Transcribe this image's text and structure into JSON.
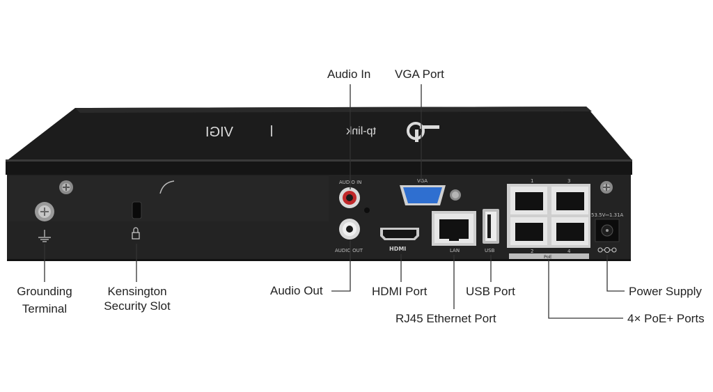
{
  "callouts": {
    "audio_in": "Audio In",
    "vga_port": "VGA Port",
    "grounding_line1": "Grounding",
    "grounding_line2": "Terminal",
    "kensington_line1": "Kensington",
    "kensington_line2": "Security Slot",
    "audio_out": "Audio Out",
    "hdmi_port": "HDMI Port",
    "usb_port": "USB Port",
    "power_supply": "Power Supply",
    "rj45": "RJ45 Ethernet Port",
    "poe_ports": "4× PoE+ Ports"
  },
  "device_labels": {
    "brand": "tp-link",
    "product": "VIGI",
    "audio_in": "AUDIO IN",
    "audio_out": "AUDIO OUT",
    "vga": "VGA",
    "hdmi": "HDMI",
    "lan": "LAN",
    "usb": "USB",
    "poe": "PoE",
    "port1": "1",
    "port2": "2",
    "port3": "3",
    "port4": "4",
    "power_rating": "53.5V⎓1.31A"
  },
  "colors": {
    "chassis_top": "#1a1a1a",
    "chassis_front": "#222222",
    "vga_blue": "#2f6fd0",
    "audio_in_ring": "#c0282a",
    "callout_line": "#333333"
  }
}
